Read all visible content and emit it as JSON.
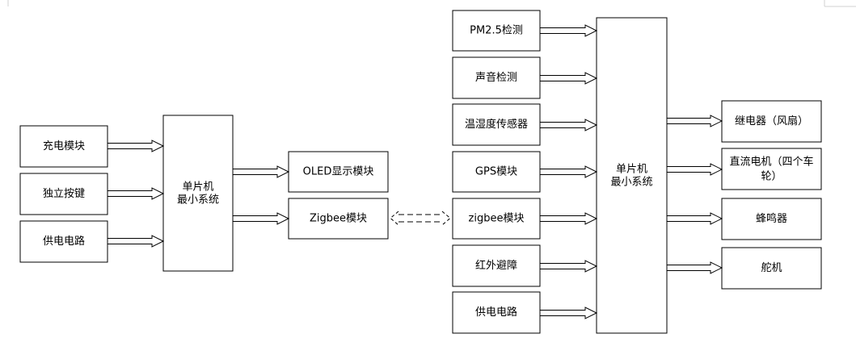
{
  "left_inputs": [
    "充电模块",
    "独立按键",
    "供电电路"
  ],
  "left_mcu": [
    "单片机",
    "最小系统"
  ],
  "left_outputs": [
    "OLED显示模块",
    "Zigbee模块"
  ],
  "right_inputs": [
    "PM2.5检测",
    "声音检测",
    "温湿度传感器",
    "GPS模块",
    "zigbee模块",
    "红外避障",
    "供电电路"
  ],
  "right_mcu": [
    "单片机",
    "最小系统"
  ],
  "right_outputs": [
    [
      "继电器（风扇）"
    ],
    [
      "直流电机（四个车",
      "轮）"
    ],
    [
      "蜂鸣器"
    ],
    [
      "舵机"
    ]
  ]
}
